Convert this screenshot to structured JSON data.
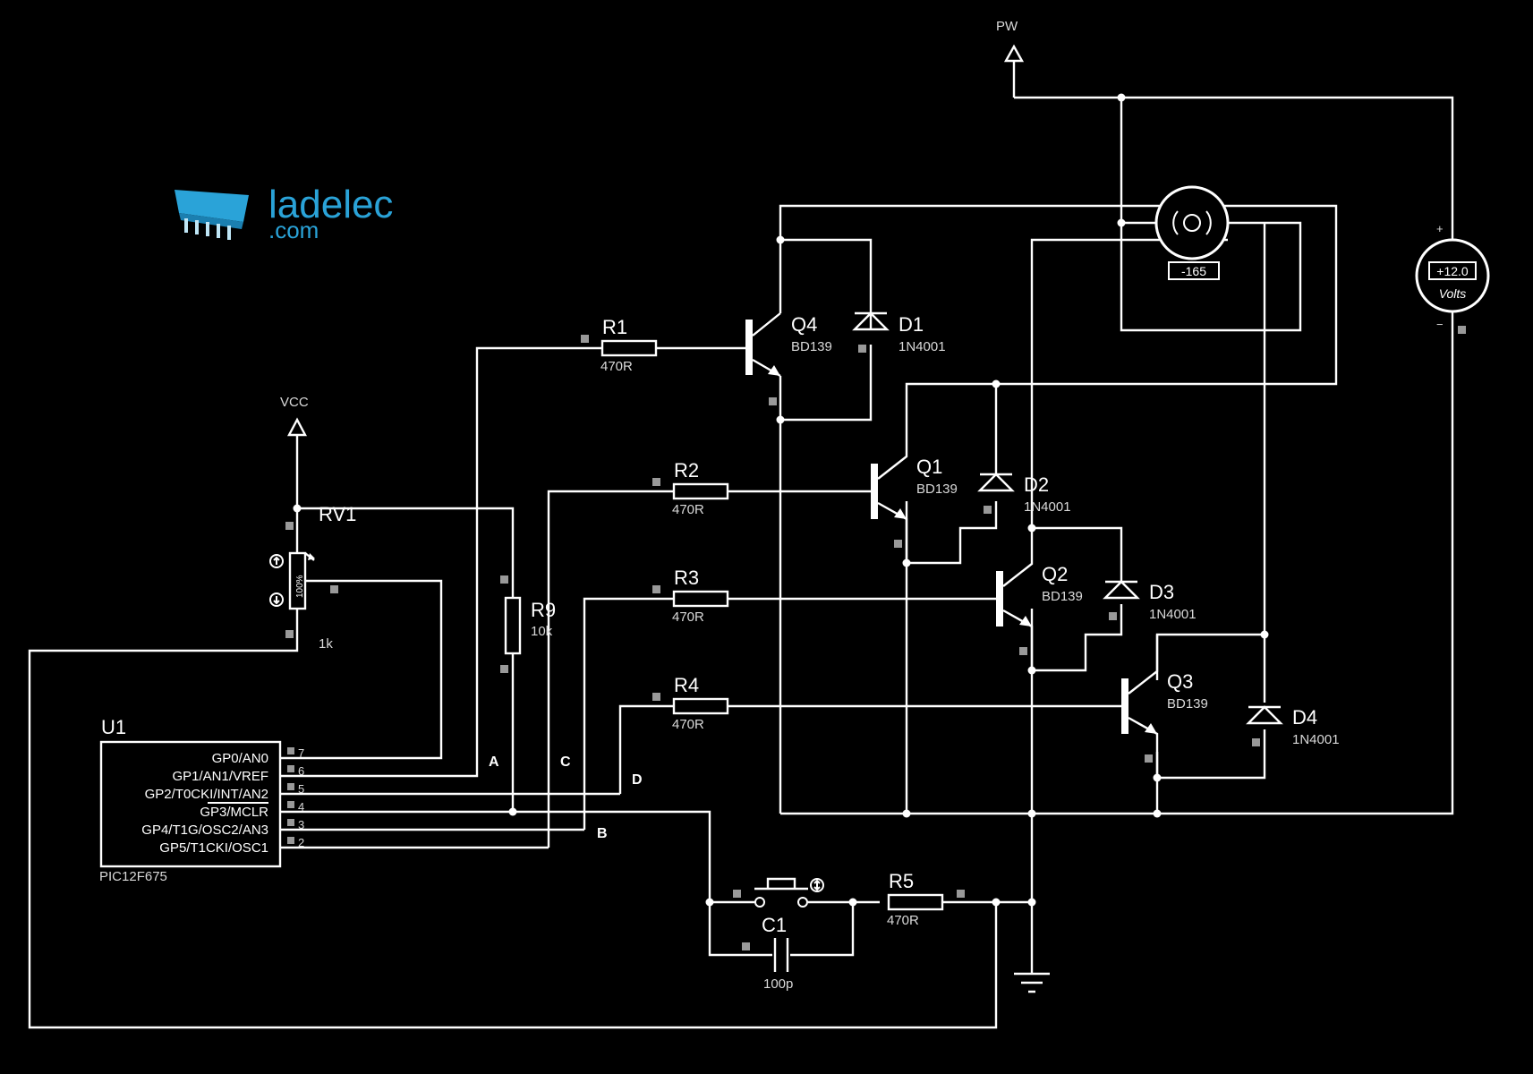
{
  "brand": {
    "name": "ladelec",
    "suffix": ".com",
    "color": "#2aa3d8"
  },
  "colors": {
    "background": "#000000",
    "wire": "#ffffff",
    "pin_marker": "#999999"
  },
  "rails": {
    "pw": "PW",
    "vcc": "VCC"
  },
  "components": {
    "u1": {
      "ref": "U1",
      "value": "PIC12F675",
      "pins": [
        {
          "name": "GP0/AN0",
          "num": "7"
        },
        {
          "name": "GP1/AN1/VREF",
          "num": "6"
        },
        {
          "name": "GP2/T0CKI/INT/AN2",
          "num": "5"
        },
        {
          "name": "GP3/MCLR",
          "num": "4"
        },
        {
          "name": "GP4/T1G/OSC2/AN3",
          "num": "3"
        },
        {
          "name": "GP5/T1CKI/OSC1",
          "num": "2"
        }
      ]
    },
    "rv1": {
      "ref": "RV1",
      "value": "1k",
      "wiper": "100%"
    },
    "r1": {
      "ref": "R1",
      "value": "470R"
    },
    "r2": {
      "ref": "R2",
      "value": "470R"
    },
    "r3": {
      "ref": "R3",
      "value": "470R"
    },
    "r4": {
      "ref": "R4",
      "value": "470R"
    },
    "r5": {
      "ref": "R5",
      "value": "470R"
    },
    "r9": {
      "ref": "R9",
      "value": "10k"
    },
    "c1": {
      "ref": "C1",
      "value": "100p"
    },
    "q1": {
      "ref": "Q1",
      "value": "BD139"
    },
    "q2": {
      "ref": "Q2",
      "value": "BD139"
    },
    "q3": {
      "ref": "Q3",
      "value": "BD139"
    },
    "q4": {
      "ref": "Q4",
      "value": "BD139"
    },
    "d1": {
      "ref": "D1",
      "value": "1N4001"
    },
    "d2": {
      "ref": "D2",
      "value": "1N4001"
    },
    "d3": {
      "ref": "D3",
      "value": "1N4001"
    },
    "d4": {
      "ref": "D4",
      "value": "1N4001"
    },
    "motor": {
      "readout": "-165"
    },
    "voltmeter": {
      "reading": "+12.0",
      "unit": "Volts",
      "plus": "+",
      "minus": "−"
    }
  },
  "nets": {
    "a": "A",
    "b": "B",
    "c": "C",
    "d": "D"
  }
}
